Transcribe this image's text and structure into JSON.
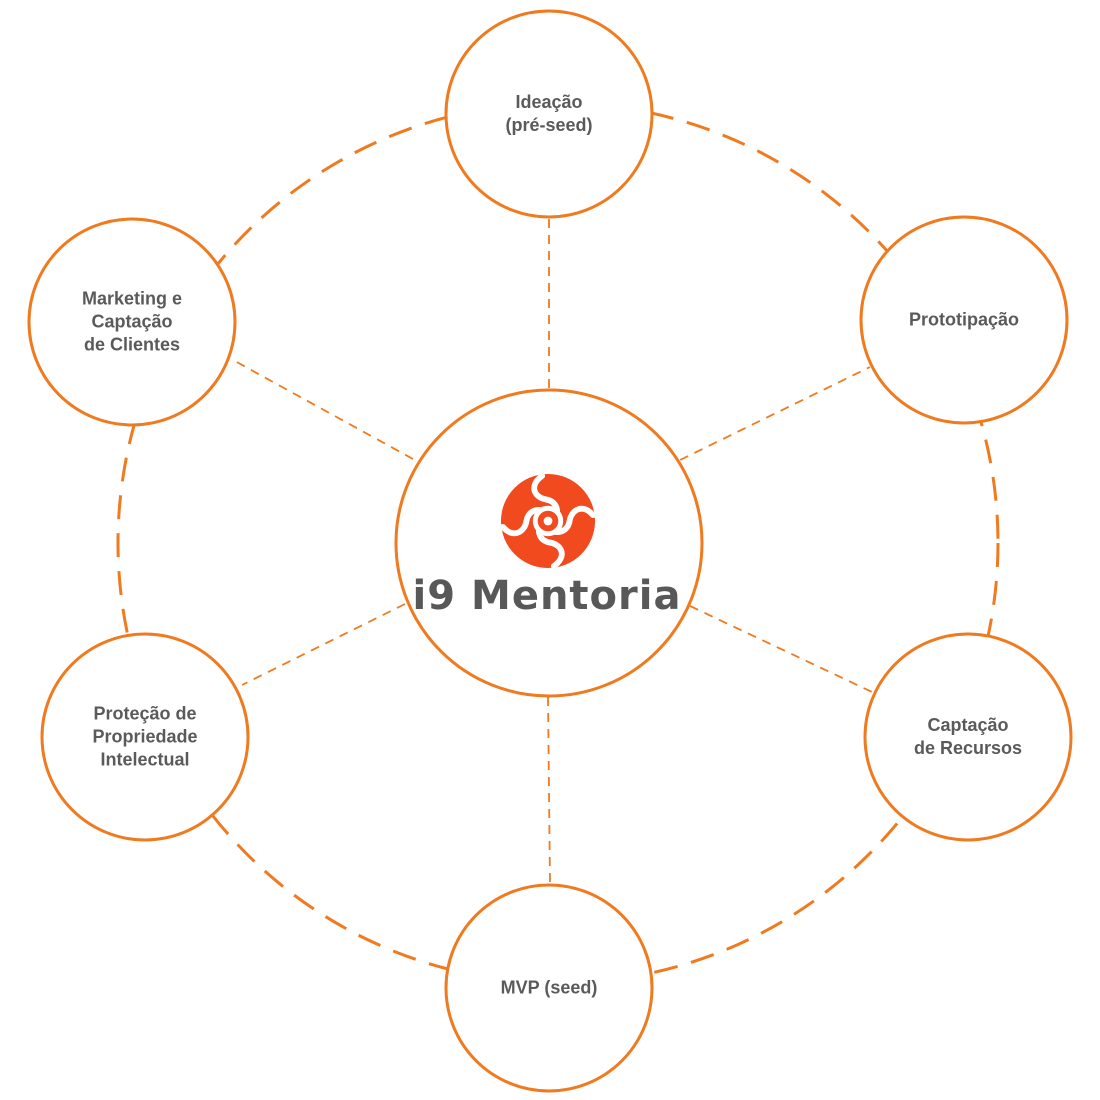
{
  "center": {
    "title": "i9 Mentoria",
    "logo_icon": "i9-mentoria-logo-icon"
  },
  "colors": {
    "accent": "#ef7a1f",
    "logo": "#f04a1e",
    "text": "#5a5a5a"
  },
  "nodes": [
    {
      "id": "ideacao",
      "lines": [
        "Ideação",
        "(pré-seed)"
      ]
    },
    {
      "id": "prototipacao",
      "lines": [
        "Prototipação"
      ]
    },
    {
      "id": "captacao-recursos",
      "lines": [
        "Captação",
        "de Recursos"
      ]
    },
    {
      "id": "mvp",
      "lines": [
        "MVP (seed)"
      ]
    },
    {
      "id": "protecao",
      "lines": [
        "Proteção de",
        "Propriedade",
        "Intelectual"
      ]
    },
    {
      "id": "marketing",
      "lines": [
        "Marketing e",
        "Captação",
        "de Clientes"
      ]
    }
  ]
}
